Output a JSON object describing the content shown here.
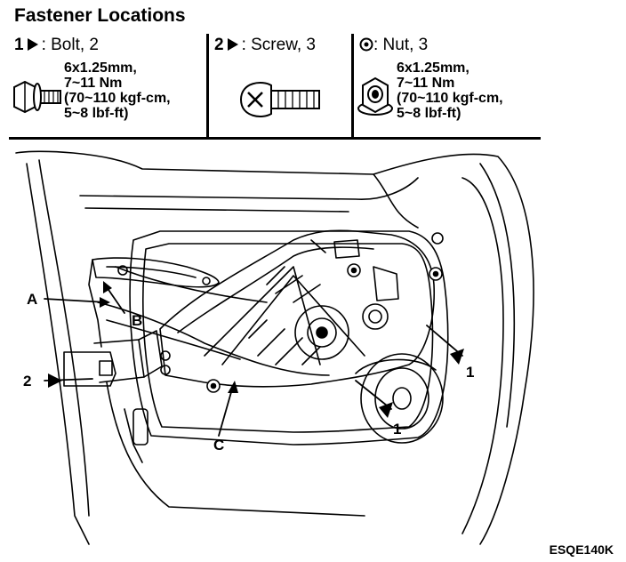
{
  "title": "Fastener Locations",
  "legend": {
    "bolt": {
      "num": "1",
      "label": ": Bolt, 2",
      "spec": [
        "6x1.25mm,",
        "7~11 Nm",
        "(70~110 kgf-cm,",
        "5~8 lbf-ft)"
      ]
    },
    "screw": {
      "num": "2",
      "label": ": Screw, 3"
    },
    "nut": {
      "label": ": Nut, 3",
      "spec": [
        "6x1.25mm,",
        "7~11 Nm",
        "(70~110 kgf-cm,",
        "5~8 lbf-ft)"
      ]
    }
  },
  "callouts": {
    "a": "A",
    "b": "B",
    "c": "C",
    "two": "2",
    "one_right": "1",
    "one_lower": "1"
  },
  "code": "ESQE140K",
  "icons": [
    "triangle-pointer-icon",
    "bolt-icon",
    "screw-icon",
    "nut-icon",
    "nut-symbol-icon"
  ]
}
